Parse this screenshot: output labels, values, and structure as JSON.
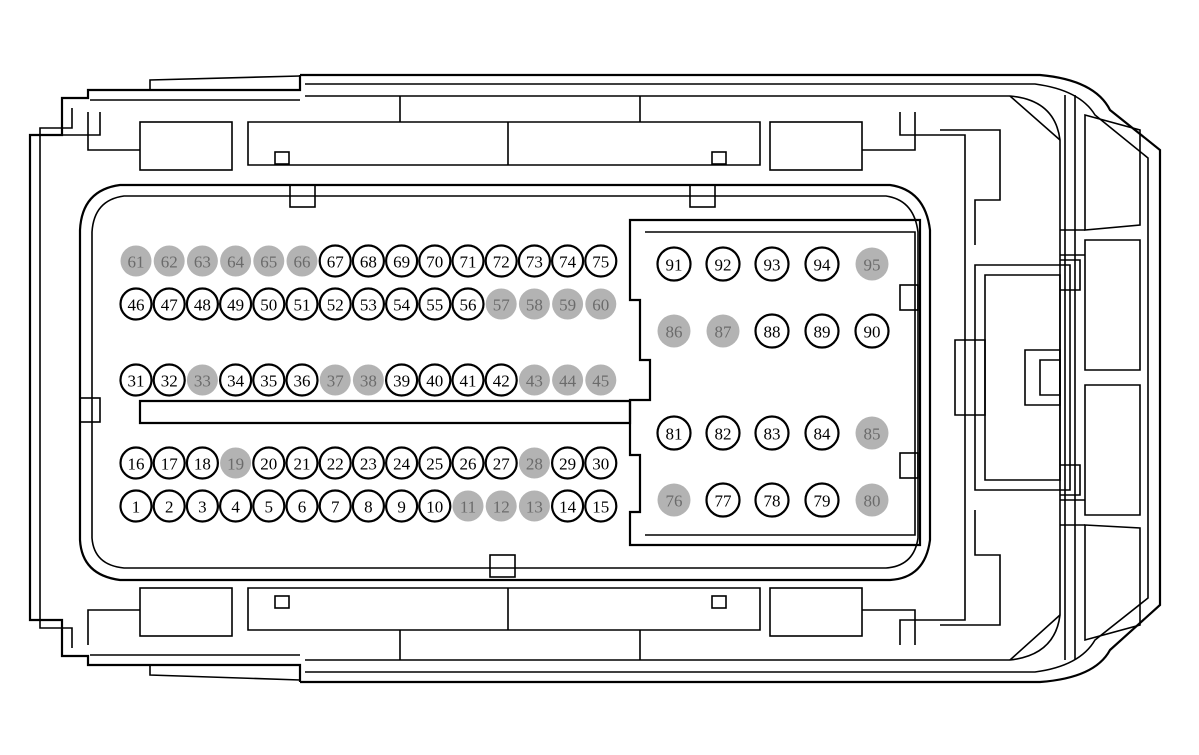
{
  "connector": {
    "empty_fill": "#b3b3b3",
    "used_fill": "#ffffff",
    "outline_color": "#000000",
    "empty_text_color": "#6b6b6b",
    "rows": [
      {
        "pins": [
          "61",
          "62",
          "63",
          "64",
          "65",
          "66",
          "67",
          "68",
          "69",
          "70",
          "71",
          "72",
          "73",
          "74",
          "75"
        ],
        "empty": [
          "61",
          "62",
          "63",
          "64",
          "65",
          "66"
        ]
      },
      {
        "pins": [
          "46",
          "47",
          "48",
          "49",
          "50",
          "51",
          "52",
          "53",
          "54",
          "55",
          "56",
          "57",
          "58",
          "59",
          "60"
        ],
        "empty": [
          "57",
          "58",
          "59",
          "60"
        ]
      },
      {
        "pins": [
          "31",
          "32",
          "33",
          "34",
          "35",
          "36",
          "37",
          "38",
          "39",
          "40",
          "41",
          "42",
          "43",
          "44",
          "45"
        ],
        "empty": [
          "33",
          "37",
          "38",
          "43",
          "44",
          "45"
        ]
      },
      {
        "pins": [
          "16",
          "17",
          "18",
          "19",
          "20",
          "21",
          "22",
          "23",
          "24",
          "25",
          "26",
          "27",
          "28",
          "29",
          "30"
        ],
        "empty": [
          "19",
          "28"
        ]
      },
      {
        "pins": [
          "1",
          "2",
          "3",
          "4",
          "5",
          "6",
          "7",
          "8",
          "9",
          "10",
          "11",
          "12",
          "13",
          "14",
          "15"
        ],
        "empty": [
          "11",
          "12",
          "13"
        ]
      }
    ],
    "block_rows": [
      {
        "pins": [
          "91",
          "92",
          "93",
          "94",
          "95"
        ],
        "empty": [
          "95"
        ]
      },
      {
        "pins": [
          "86",
          "87",
          "88",
          "89",
          "90"
        ],
        "empty": [
          "86",
          "87"
        ]
      },
      {
        "pins": [
          "81",
          "82",
          "83",
          "84",
          "85"
        ],
        "empty": [
          "85"
        ]
      },
      {
        "pins": [
          "76",
          "77",
          "78",
          "79",
          "80"
        ],
        "empty": [
          "76",
          "80"
        ]
      }
    ]
  }
}
